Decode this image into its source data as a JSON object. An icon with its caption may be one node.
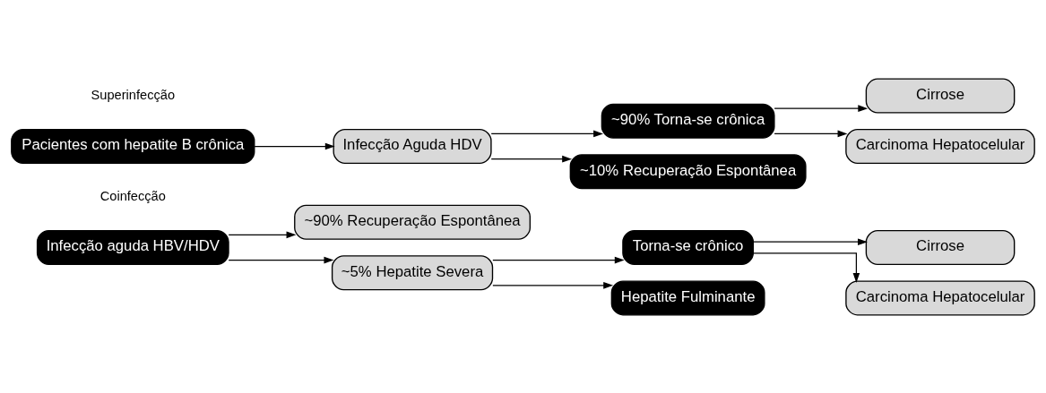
{
  "diagram": {
    "nodes": [
      {
        "text": [
          "Pacientes com hepatite B crônica"
        ]
      },
      {
        "text": [
          "Infecção Aguda HDV"
        ]
      },
      {
        "text": [
          "~90% Torna-se crônica"
        ]
      },
      {
        "text": [
          "~10% Recuperação Espontânea"
        ]
      },
      {
        "text": [
          "Cirrose"
        ]
      },
      {
        "text": [
          "Carcinoma Hepatocelular"
        ]
      },
      {
        "text": [
          "Infecção aguda HBV/HDV"
        ]
      },
      {
        "text": [
          "~90% Recuperação Espontânea"
        ]
      },
      {
        "text": [
          "~5% Hepatite Severa"
        ]
      },
      {
        "text": [
          "Torna-se crônico"
        ]
      },
      {
        "text": [
          "Hepatite Fulminante"
        ]
      },
      {
        "text": [
          "Cirrose"
        ]
      },
      {
        "text": [
          "Carcinoma Hepatocelular"
        ]
      }
    ],
    "edges": [
      {
        "from": 0,
        "to": 1,
        "arrow": "to"
      },
      {
        "from": 1,
        "to": 2,
        "arrow": "to"
      },
      {
        "from": 1,
        "to": 3,
        "arrow": "to"
      },
      {
        "from": 2,
        "to": 4,
        "arrow": "to"
      },
      {
        "from": 2,
        "to": 5,
        "arrow": "to"
      },
      {
        "from": 6,
        "to": 7,
        "arrow": "to"
      },
      {
        "from": 6,
        "to": 8,
        "arrow": "to"
      },
      {
        "from": 8,
        "to": 9,
        "arrow": "to"
      },
      {
        "from": 8,
        "to": 10,
        "arrow": "to"
      },
      {
        "from": 9,
        "to": 11,
        "arrow": "to"
      },
      {
        "from": 9,
        "to": 12,
        "arrow": "to"
      }
    ],
    "labels": [
      "Superinfecção",
      "Coinfecção"
    ]
  }
}
